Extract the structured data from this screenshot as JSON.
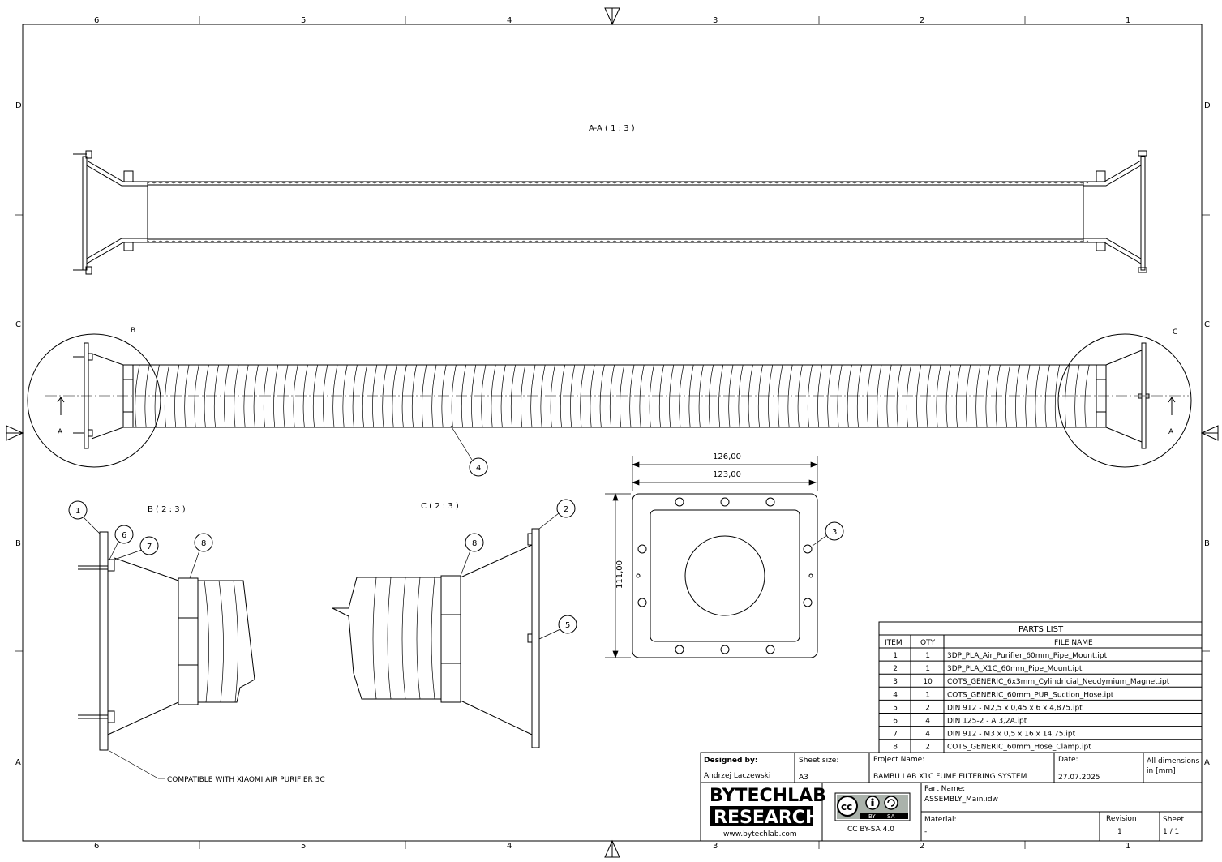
{
  "border": {
    "zones_top": [
      "6",
      "5",
      "4",
      "3",
      "2",
      "1"
    ],
    "zones_side": [
      "D",
      "C",
      "B",
      "A"
    ]
  },
  "views": {
    "section_aa": "A-A ( 1 : 3 )",
    "detail_b": "B ( 2 : 3 )",
    "detail_c": "C ( 2 : 3 )",
    "detail_b_letter": "B",
    "detail_c_letter": "C",
    "section_arrow_left": "A",
    "section_arrow_right": "A"
  },
  "dimensions": {
    "width_outer": "126,00",
    "width_inner": "123,00",
    "height": "111,00"
  },
  "balloons": [
    "1",
    "2",
    "3",
    "4",
    "5",
    "6",
    "7",
    "8",
    "8"
  ],
  "notes": {
    "compatibility": "COMPATIBLE WITH XIAOMI AIR PURIFIER 3C"
  },
  "parts_list": {
    "title": "PARTS LIST",
    "headers": [
      "ITEM",
      "QTY",
      "FILE NAME"
    ],
    "rows": [
      [
        "1",
        "1",
        "3DP_PLA_Air_Purifier_60mm_Pipe_Mount.ipt"
      ],
      [
        "2",
        "1",
        "3DP_PLA_X1C_60mm_Pipe_Mount.ipt"
      ],
      [
        "3",
        "10",
        "COTS_GENERIC_6x3mm_Cylindricial_Neodymium_Magnet.ipt"
      ],
      [
        "4",
        "1",
        "COTS_GENERIC_60mm_PUR_Suction_Hose.ipt"
      ],
      [
        "5",
        "2",
        "DIN 912 - M2,5 x 0,45 x 6 x 4,875.ipt"
      ],
      [
        "6",
        "4",
        "DIN 125-2 - A 3,2A.ipt"
      ],
      [
        "7",
        "4",
        "DIN 912 - M3 x 0,5 x 16 x 14,75.ipt"
      ],
      [
        "8",
        "2",
        "COTS_GENERIC_60mm_Hose_Clamp.ipt"
      ]
    ]
  },
  "title_block": {
    "designed_by_label": "Designed by:",
    "designed_by": "Andrzej Laczewski",
    "sheet_size_label": "Sheet size:",
    "sheet_size": "A3",
    "project_label": "Project Name:",
    "project": "BAMBU LAB X1C FUME FILTERING SYSTEM",
    "date_label": "Date:",
    "date": "27.07.2025",
    "units_note_1": "All dimensions",
    "units_note_2": "in [mm]",
    "logo_line1": "BYTECHLAB",
    "logo_line2": "RESEARCH",
    "website": "www.bytechlab.com",
    "license": "CC BY-SA 4.0",
    "license_badge_by": "BY",
    "license_badge_sa": "SA",
    "part_name_label": "Part Name:",
    "part_name": "ASSEMBLY_Main.idw",
    "material_label": "Material:",
    "material": "-",
    "revision_label": "Revision",
    "revision": "1",
    "sheet_label": "Sheet",
    "sheet": "1 / 1"
  }
}
